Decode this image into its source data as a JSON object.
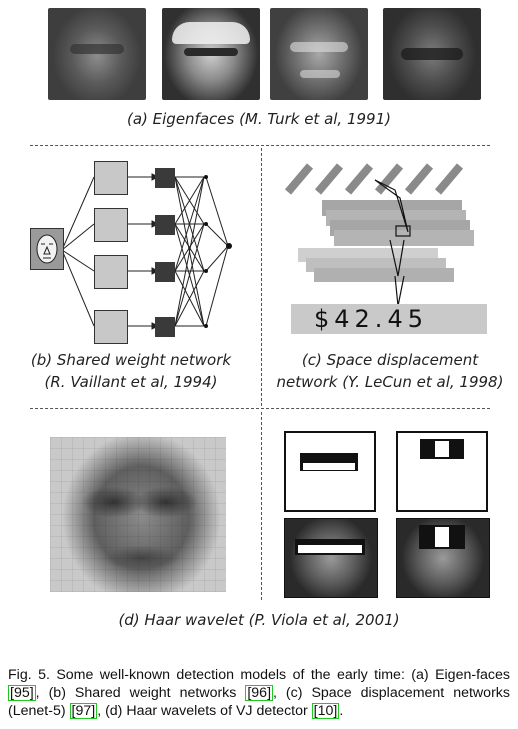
{
  "panel_a": {
    "caption": "(a) Eigenfaces  (M. Turk et al, 1991)"
  },
  "panel_b": {
    "caption_line1": "(b) Shared weight network",
    "caption_line2": "(R. Vaillant et al, 1994)"
  },
  "panel_c": {
    "caption_line1": "(c) Space displacement",
    "caption_line2": "network (Y. LeCun et al, 1998)",
    "digits": "$42.45"
  },
  "panel_d": {
    "caption": "(d) Haar wavelet  (P. Viola et al, 2001)"
  },
  "figure_caption": {
    "text_1": "Fig. 5.  Some well-known detection models of the early time: (a) Eigen-faces ",
    "ref_1": "[95]",
    "text_2": ", (b) Shared weight networks ",
    "ref_2": "[96]",
    "text_3": ", (c) Space displacement networks (Lenet-5) ",
    "ref_3": "[97]",
    "text_4": ", (d) Haar wavelets of VJ detector ",
    "ref_4": "[10]",
    "text_5": "."
  },
  "colors": {
    "reference_box": "#22c722"
  }
}
